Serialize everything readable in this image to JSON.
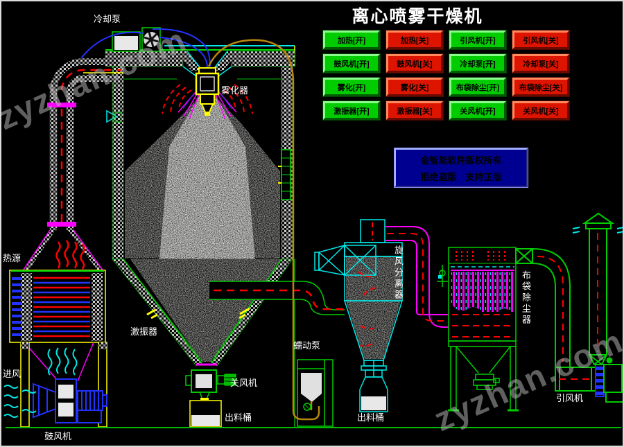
{
  "title": "离心喷雾干燥机",
  "watermark": "zyzhan.com",
  "colors": {
    "btn-green": "#00cc00",
    "btn-red": "#dd1500",
    "panel-blue": "#000090",
    "line-green": "#00cc00",
    "line-magenta": "#ff00ff",
    "line-cyan": "#00e8e8",
    "line-red": "#ff0000",
    "line-blue": "#2233ff",
    "line-yellow": "#ffff00"
  },
  "buttons": [
    {
      "label": "加热[开]",
      "state": "on"
    },
    {
      "label": "加热[关]",
      "state": "off"
    },
    {
      "label": "引风机[开]",
      "state": "on"
    },
    {
      "label": "引风机[关]",
      "state": "off"
    },
    {
      "label": "鼓风机[开]",
      "state": "on"
    },
    {
      "label": "鼓风机[关]",
      "state": "off"
    },
    {
      "label": "冷却泵[开]",
      "state": "on"
    },
    {
      "label": "冷却泵[关]",
      "state": "off"
    },
    {
      "label": "雾化[开]",
      "state": "on"
    },
    {
      "label": "雾化[关]",
      "state": "off"
    },
    {
      "label": "布袋除尘[开]",
      "state": "on"
    },
    {
      "label": "布袋除尘[关]",
      "state": "off"
    },
    {
      "label": "激振器[开]",
      "state": "on"
    },
    {
      "label": "激振器[关]",
      "state": "off"
    },
    {
      "label": "关风机[开]",
      "state": "on"
    },
    {
      "label": "关风机[关]",
      "state": "off"
    }
  ],
  "notice": {
    "line1": "金智能软件版权所有",
    "line2": "拒绝盗版　支持正版"
  },
  "labels": {
    "cooling_pump": "冷却泵",
    "atomizer": "雾化器",
    "heat_source": "热源",
    "air_inlet": "进风",
    "blower": "鼓风机",
    "vibrator": "激振器",
    "rotary_valve": "关风机",
    "discharge_bucket_left": "出料桶",
    "peristaltic_pump": "蠕动泵",
    "discharge_bucket_right": "出料桶",
    "cyclone": "旋风分离器",
    "bag_filter": "布袋除尘器",
    "induced_draft_fan": "引风机"
  }
}
